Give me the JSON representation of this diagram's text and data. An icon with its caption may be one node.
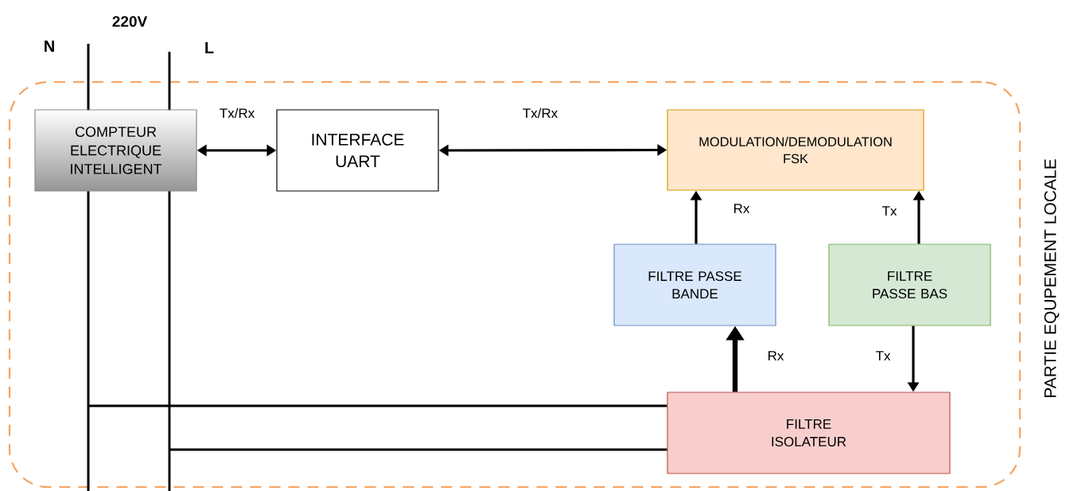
{
  "diagram": {
    "nodes": [
      {
        "text": [
          "PARTIE EQUPEMENT LOCALE"
        ]
      },
      {
        "text": [
          "COMPTEUR ELECTRIQUE INTELLIGENT"
        ],
        "in": 0
      },
      {
        "text": [
          "INTERFACE UART"
        ],
        "in": 0
      },
      {
        "text": [
          "MODULATION/DEMODULATION FSK"
        ],
        "in": 0
      },
      {
        "text": [
          "FILTRE PASSE BANDE"
        ],
        "in": 0
      },
      {
        "text": [
          "FILTRE PASSE BAS"
        ],
        "in": 0
      },
      {
        "text": [
          "FILTRE ISOLATEUR"
        ],
        "in": 0
      },
      {
        "text": [
          "N"
        ]
      },
      {
        "text": [
          "L"
        ]
      }
    ],
    "edges": [
      {
        "from": 1,
        "to": 2,
        "arrow": "both",
        "label": "Tx/Rx"
      },
      {
        "from": 2,
        "to": 3,
        "arrow": "both",
        "label": "Tx/Rx"
      },
      {
        "from": 4,
        "to": 3,
        "arrow": "to",
        "label": "Rx"
      },
      {
        "from": 5,
        "to": 3,
        "arrow": "to",
        "label": "Tx"
      },
      {
        "from": 6,
        "to": 4,
        "arrow": "to",
        "label": "Rx",
        "style": "thick"
      },
      {
        "from": 5,
        "to": 6,
        "arrow": "to",
        "label": "Tx"
      },
      {
        "from": 7,
        "to": 6,
        "arrow": "none"
      },
      {
        "from": 8,
        "to": 6,
        "arrow": "none"
      }
    ],
    "labels": [
      "220V"
    ]
  }
}
